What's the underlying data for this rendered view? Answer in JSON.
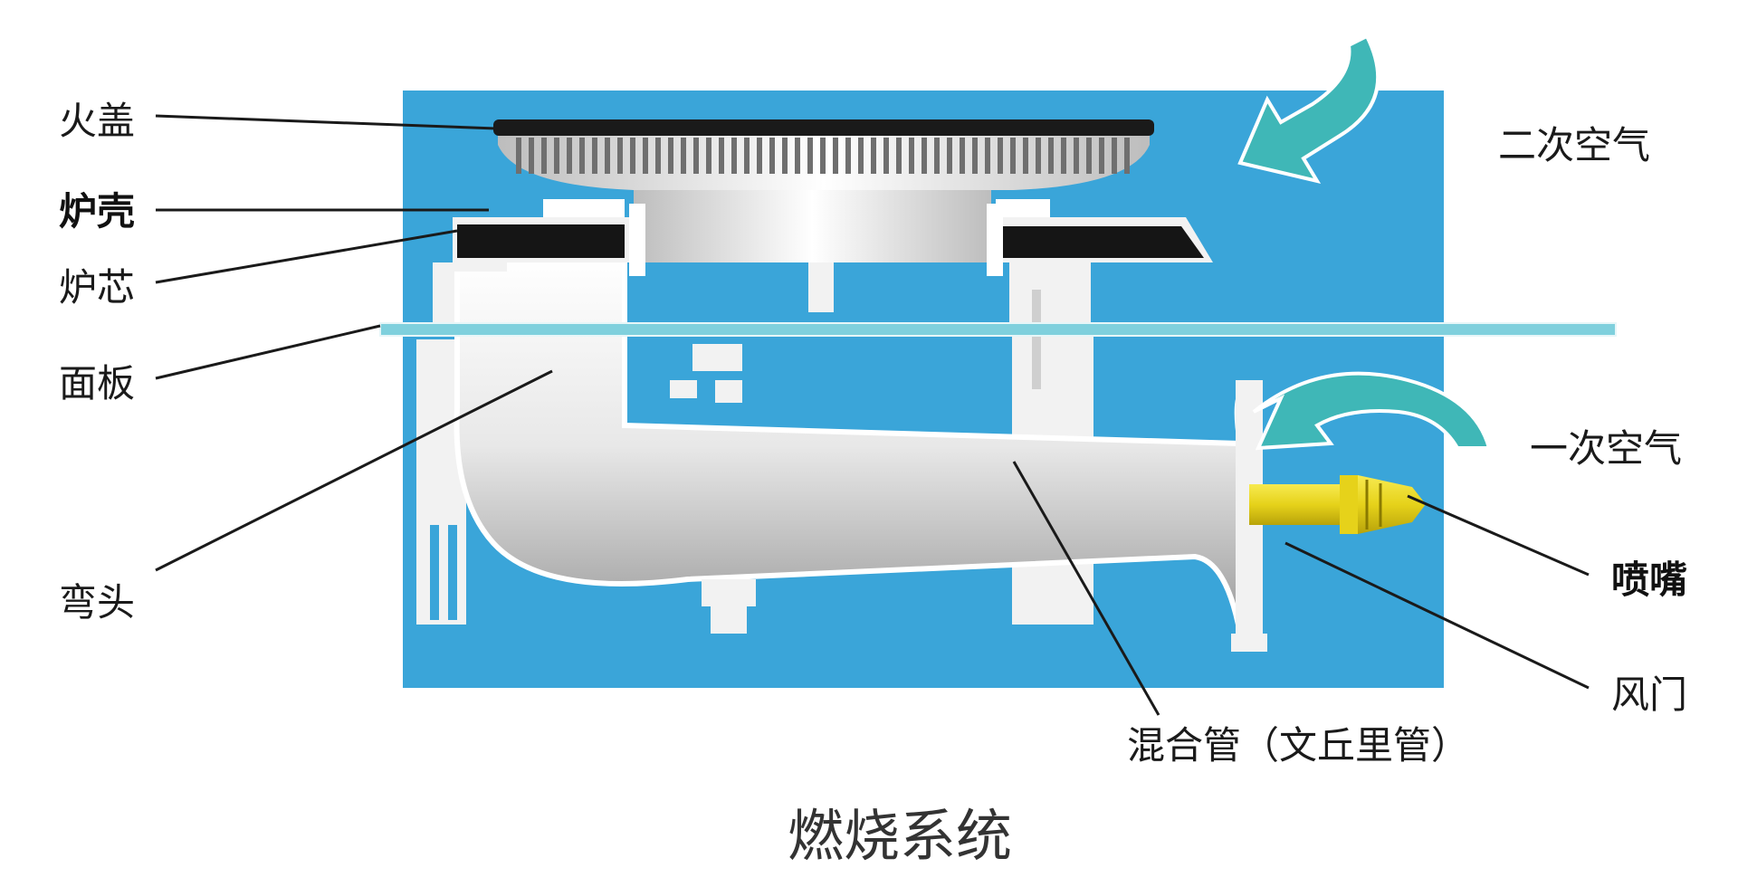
{
  "caption": "燃烧系统",
  "labels": {
    "fire_cap": "火盖",
    "stove_shell": "炉壳",
    "stove_core": "炉芯",
    "panel": "面板",
    "elbow": "弯头",
    "secondary_air": "二次空气",
    "primary_air": "一次空气",
    "nozzle": "喷嘴",
    "damper": "风门",
    "mixing_tube": "混合管（文丘里管）"
  },
  "colors": {
    "background_blue": "#3aa5d9",
    "panel_line": "#7fd0dd",
    "metal_white": "#f2f2f2",
    "dark_shell": "#151515",
    "arrow_teal": "#3fb7b7",
    "nozzle_yellow": "#e6d21a"
  }
}
